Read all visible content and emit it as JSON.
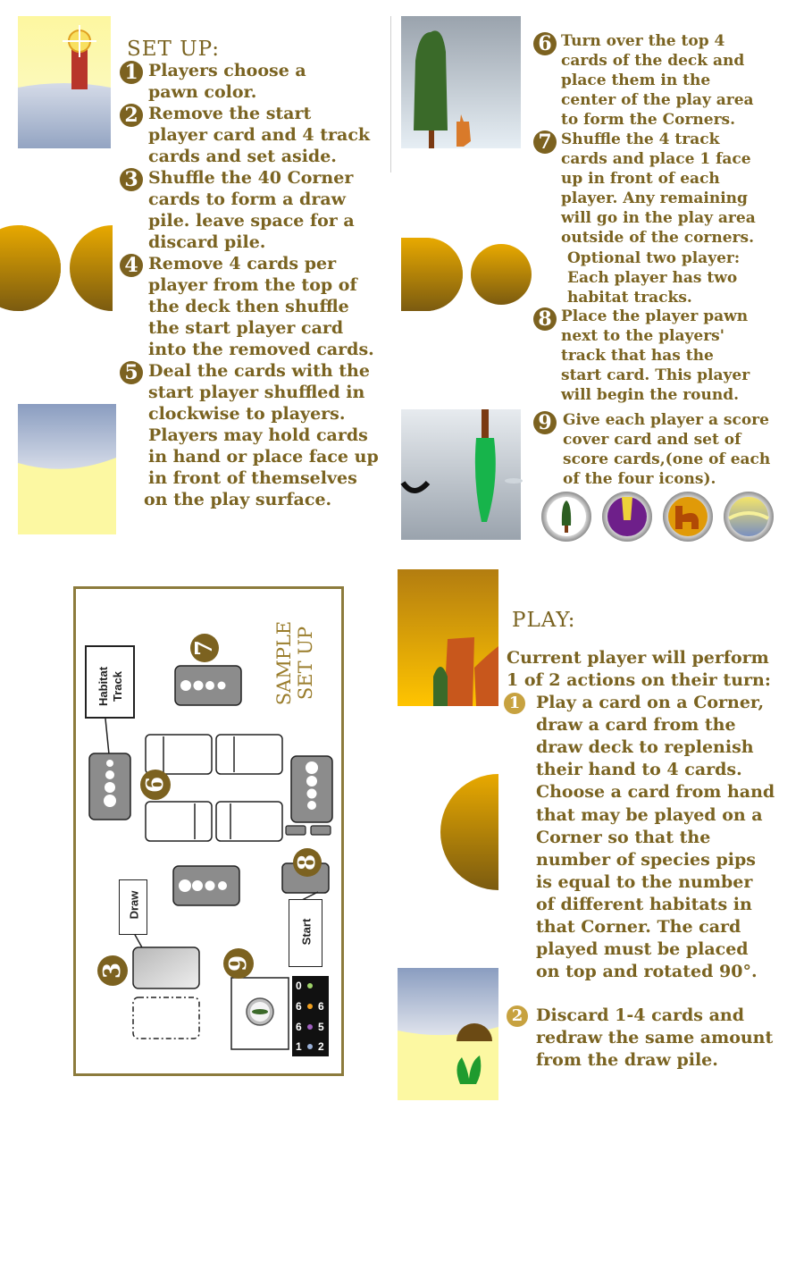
{
  "setup": {
    "title": "SET UP:",
    "steps": [
      {
        "num": "1",
        "lines": [
          "Players choose a",
          "pawn color."
        ]
      },
      {
        "num": "2",
        "lines": [
          "Remove the start",
          "player card and 4 track",
          "cards and set aside."
        ]
      },
      {
        "num": "3",
        "lines": [
          "Shuffle the 40 Corner",
          "cards to form a draw",
          "pile. leave space for a",
          "discard pile."
        ]
      },
      {
        "num": "4",
        "lines": [
          "Remove 4 cards per",
          "player from the top of",
          "the deck then shuffle",
          "the start player card",
          "into the removed cards."
        ]
      },
      {
        "num": "5",
        "lines": [
          "Deal the cards with the",
          "start player shuffled in",
          "clockwise to players.",
          "Players may hold cards",
          "in hand or place face up",
          "in front of themselves",
          "on the play surface."
        ]
      }
    ]
  },
  "setup_right": {
    "steps": [
      {
        "num": "6",
        "lines": [
          "Turn over the top 4",
          "cards of the deck and",
          "place them in the",
          "center of the play area",
          "to form the Corners."
        ]
      },
      {
        "num": "7",
        "lines": [
          "Shuffle the 4 track",
          "cards and place 1 face",
          "up in front of each",
          "player. Any remaining",
          "will go in  the play area",
          "outside of the corners."
        ]
      },
      {
        "num": "",
        "lines": [
          "Optional two player:",
          "Each player has two",
          "habitat tracks."
        ]
      },
      {
        "num": "8",
        "lines": [
          "Place the player pawn",
          "next to the players'",
          "track that has the",
          "start card. This player",
          "will begin the round."
        ]
      },
      {
        "num": "9",
        "lines": [
          "Give each player a score",
          "cover card and set of",
          "score cards,(one of each",
          "of the four icons)."
        ]
      }
    ]
  },
  "diagram": {
    "title_lines": [
      "SAMPLE",
      "SET UP"
    ],
    "habitat_label_lines": [
      "Habitat",
      "Track"
    ],
    "draw_label": "Draw",
    "start_label": "Start",
    "markers": {
      "n3": "3",
      "n6": "6",
      "n7": "7",
      "n8": "8",
      "n9": "9"
    },
    "score_rows": [
      "0",
      "6",
      "6",
      "1"
    ],
    "score_rows_right": [
      "",
      "6",
      "5",
      "2"
    ]
  },
  "play": {
    "title": "PLAY:",
    "intro_lines": [
      "Current player will perform",
      "1 of 2 actions on their turn:"
    ],
    "action1_num": "1",
    "action1_lines": [
      "Play a card on a Corner,",
      "draw a card from the",
      "draw deck to replenish",
      "their hand to 4 cards.",
      "Choose a card from hand",
      "that may be played on a",
      "Corner so that the",
      "number of species pips",
      "is equal to the number",
      "of different habitats in",
      "that Corner. The  card",
      "played must be placed",
      "on top and rotated 90°."
    ],
    "action2_num": "2",
    "action2_lines": [
      "Discard 1-4 cards and",
      "redraw the same amount",
      "from the draw pile."
    ]
  },
  "colors": {
    "text": "#7a6321",
    "marker": "#7c6220",
    "sand": "#fbf59a",
    "sky": "#a9b6cd",
    "gold": "#d9a300"
  }
}
